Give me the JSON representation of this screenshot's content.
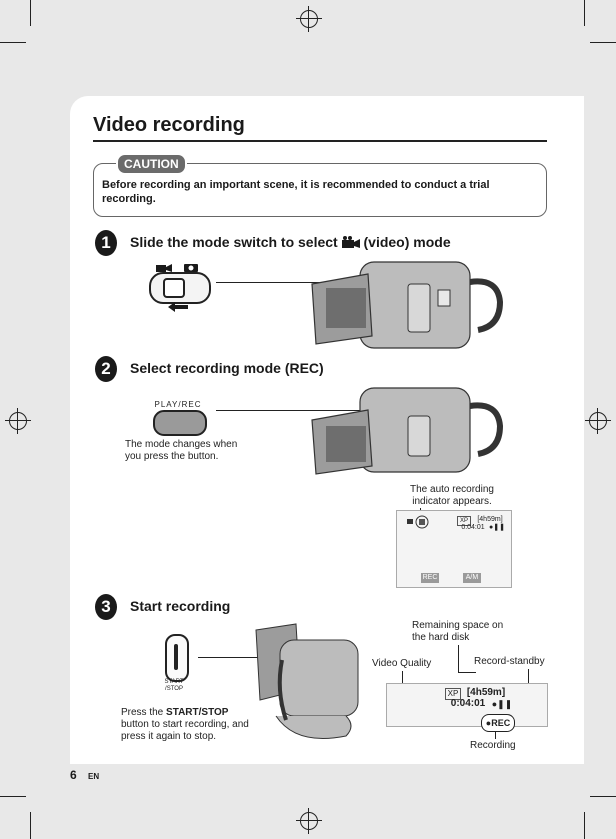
{
  "title": "Video recording",
  "caution": {
    "tag": "CAUTION",
    "text": "Before recording an important scene, it is recommended to conduct a trial recording."
  },
  "steps": [
    {
      "number": "1",
      "text_before": "Slide the mode switch to select",
      "text_after": "(video) mode"
    },
    {
      "number": "2",
      "text": "Select recording mode (REC)"
    },
    {
      "number": "3",
      "text": "Start recording"
    }
  ],
  "step2": {
    "button_label": "PLAY/REC",
    "note": "The mode changes when you press the button.",
    "auto_indicator": "The auto recording indicator appears.",
    "lcd_quality": "XP",
    "lcd_remaining": "[4h59m]",
    "lcd_time": "0:04:01",
    "lcd_bar_left": "REC",
    "lcd_bar_right": "A/M"
  },
  "step3": {
    "button_label_line1": "START",
    "button_label_line2": "/STOP",
    "note_before": "Press the ",
    "note_bold": "START/STOP",
    "note_after": " button to start recording, and press it again to stop.",
    "remaining": "Remaining space on the hard disk",
    "video_quality": "Video Quality",
    "record_standby": "Record-standby",
    "recording": "Recording",
    "lcd_quality": "XP",
    "lcd_remaining": "[4h59m]",
    "lcd_time": "0:04:01",
    "lcd_rec": "●REC"
  },
  "footer": {
    "page_number": "6",
    "lang": "EN"
  }
}
